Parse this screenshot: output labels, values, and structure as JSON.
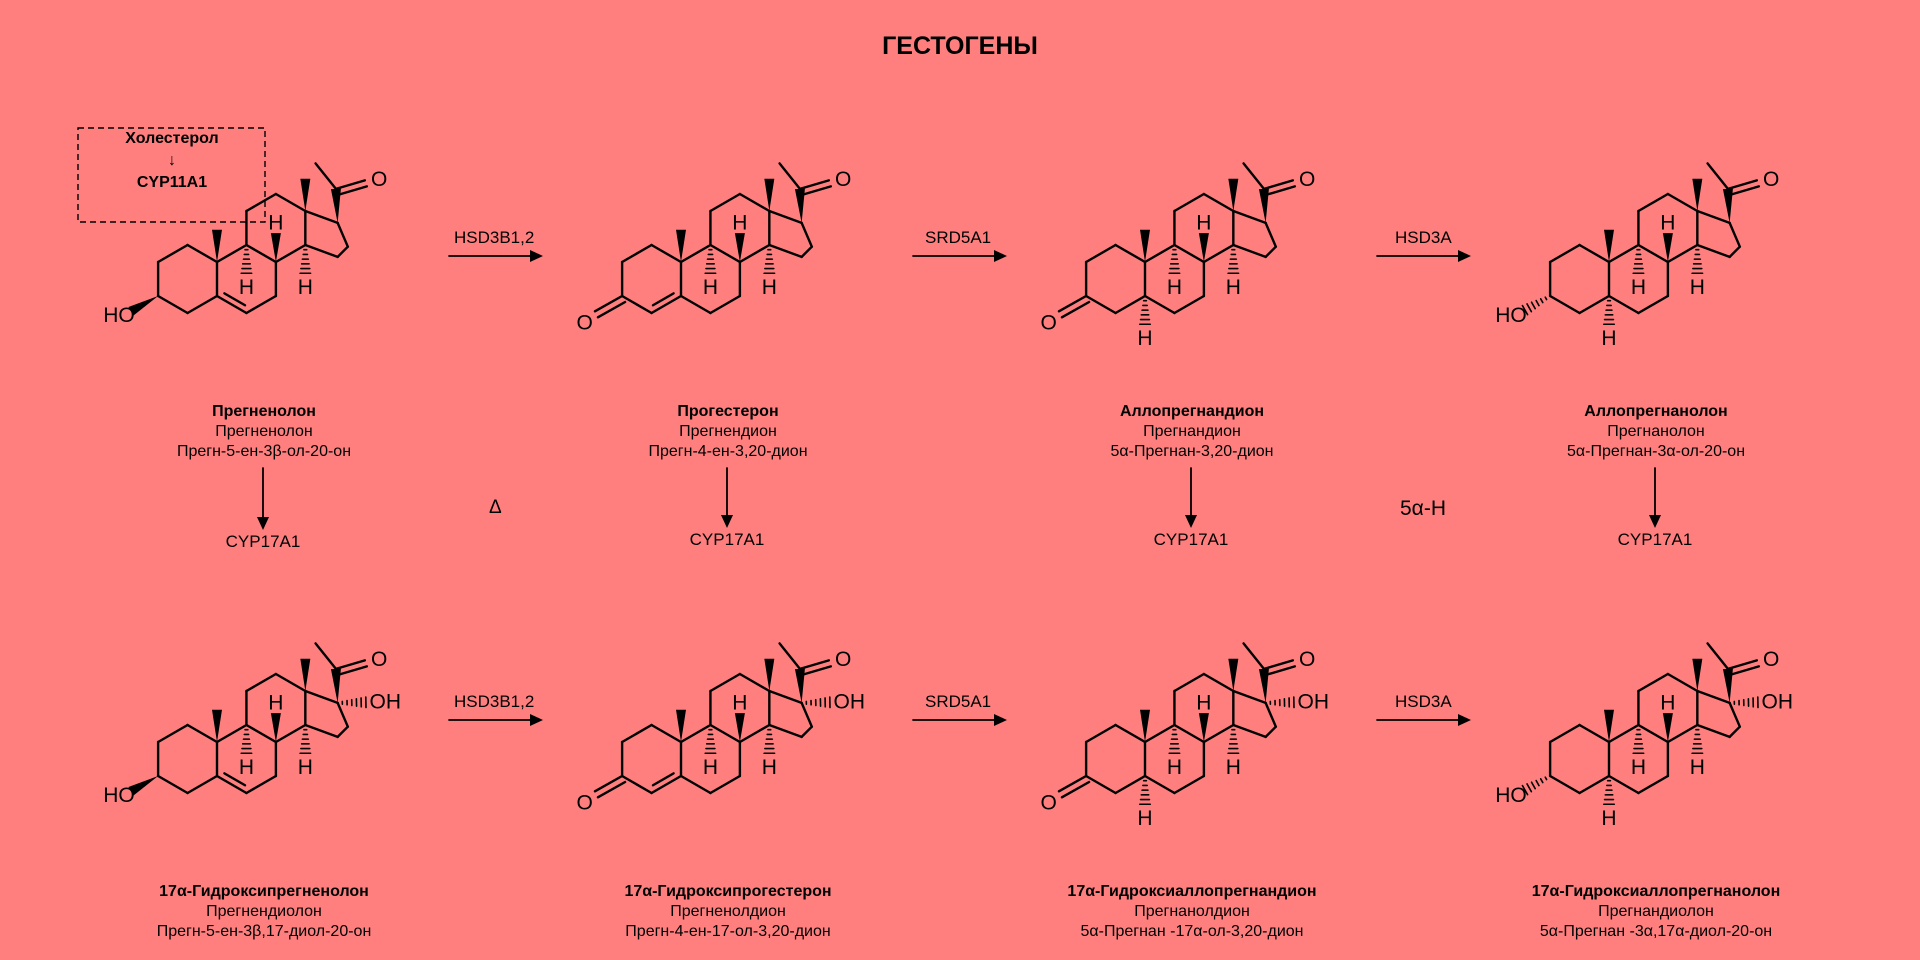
{
  "title": "ГЕСТОГЕНЫ",
  "precursor": {
    "source": "Холестерол",
    "arrow": "↓",
    "enzyme": "CYP11A1"
  },
  "atoms": {
    "o": "O",
    "oh": "OH",
    "ho": "HO",
    "h": "H"
  },
  "top_row": [
    {
      "name": "Прегненолон",
      "alt_name": "Прегненолон",
      "iupac": "Прегн-5-ен-3β-ол-20-он"
    },
    {
      "name": "Прогестерон",
      "alt_name": "Прегнендион",
      "iupac": "Прегн-4-ен-3,20-дион"
    },
    {
      "name": "Аллопрегнандион",
      "alt_name": "Прегнандион",
      "iupac": "5α-Прегнан-3,20-дион"
    },
    {
      "name": "Аллопрегнанолон",
      "alt_name": "Прегнанолон",
      "iupac": "5α-Прегнан-3α-ол-20-он"
    }
  ],
  "bottom_row": [
    {
      "name": "17α-Гидроксипрегненолон",
      "alt_name": "Прегнендиолон",
      "iupac": "Прегн-5-ен-3β,17-диол-20-он"
    },
    {
      "name": "17α-Гидроксипрогестерон",
      "alt_name": "Прегненолдион",
      "iupac": "Прегн-4-ен-17-ол-3,20-дион"
    },
    {
      "name": "17α-Гидроксиаллопрегнандион",
      "alt_name": "Прегнанолдион",
      "iupac": "5α-Прегнан -17α-ол-3,20-дион"
    },
    {
      "name": "17α-Гидроксиаллопрегнанолон",
      "alt_name": "Прегнандиолон",
      "iupac": "5α-Прегнан -3α,17α-диол-20-он"
    }
  ],
  "horizontal_enzymes": [
    "HSD3B1,2",
    "SRD5A1",
    "HSD3A"
  ],
  "vertical_enzyme": "CYP17A1",
  "notes": {
    "delta": "Δ",
    "five_alpha": "5α-H"
  }
}
